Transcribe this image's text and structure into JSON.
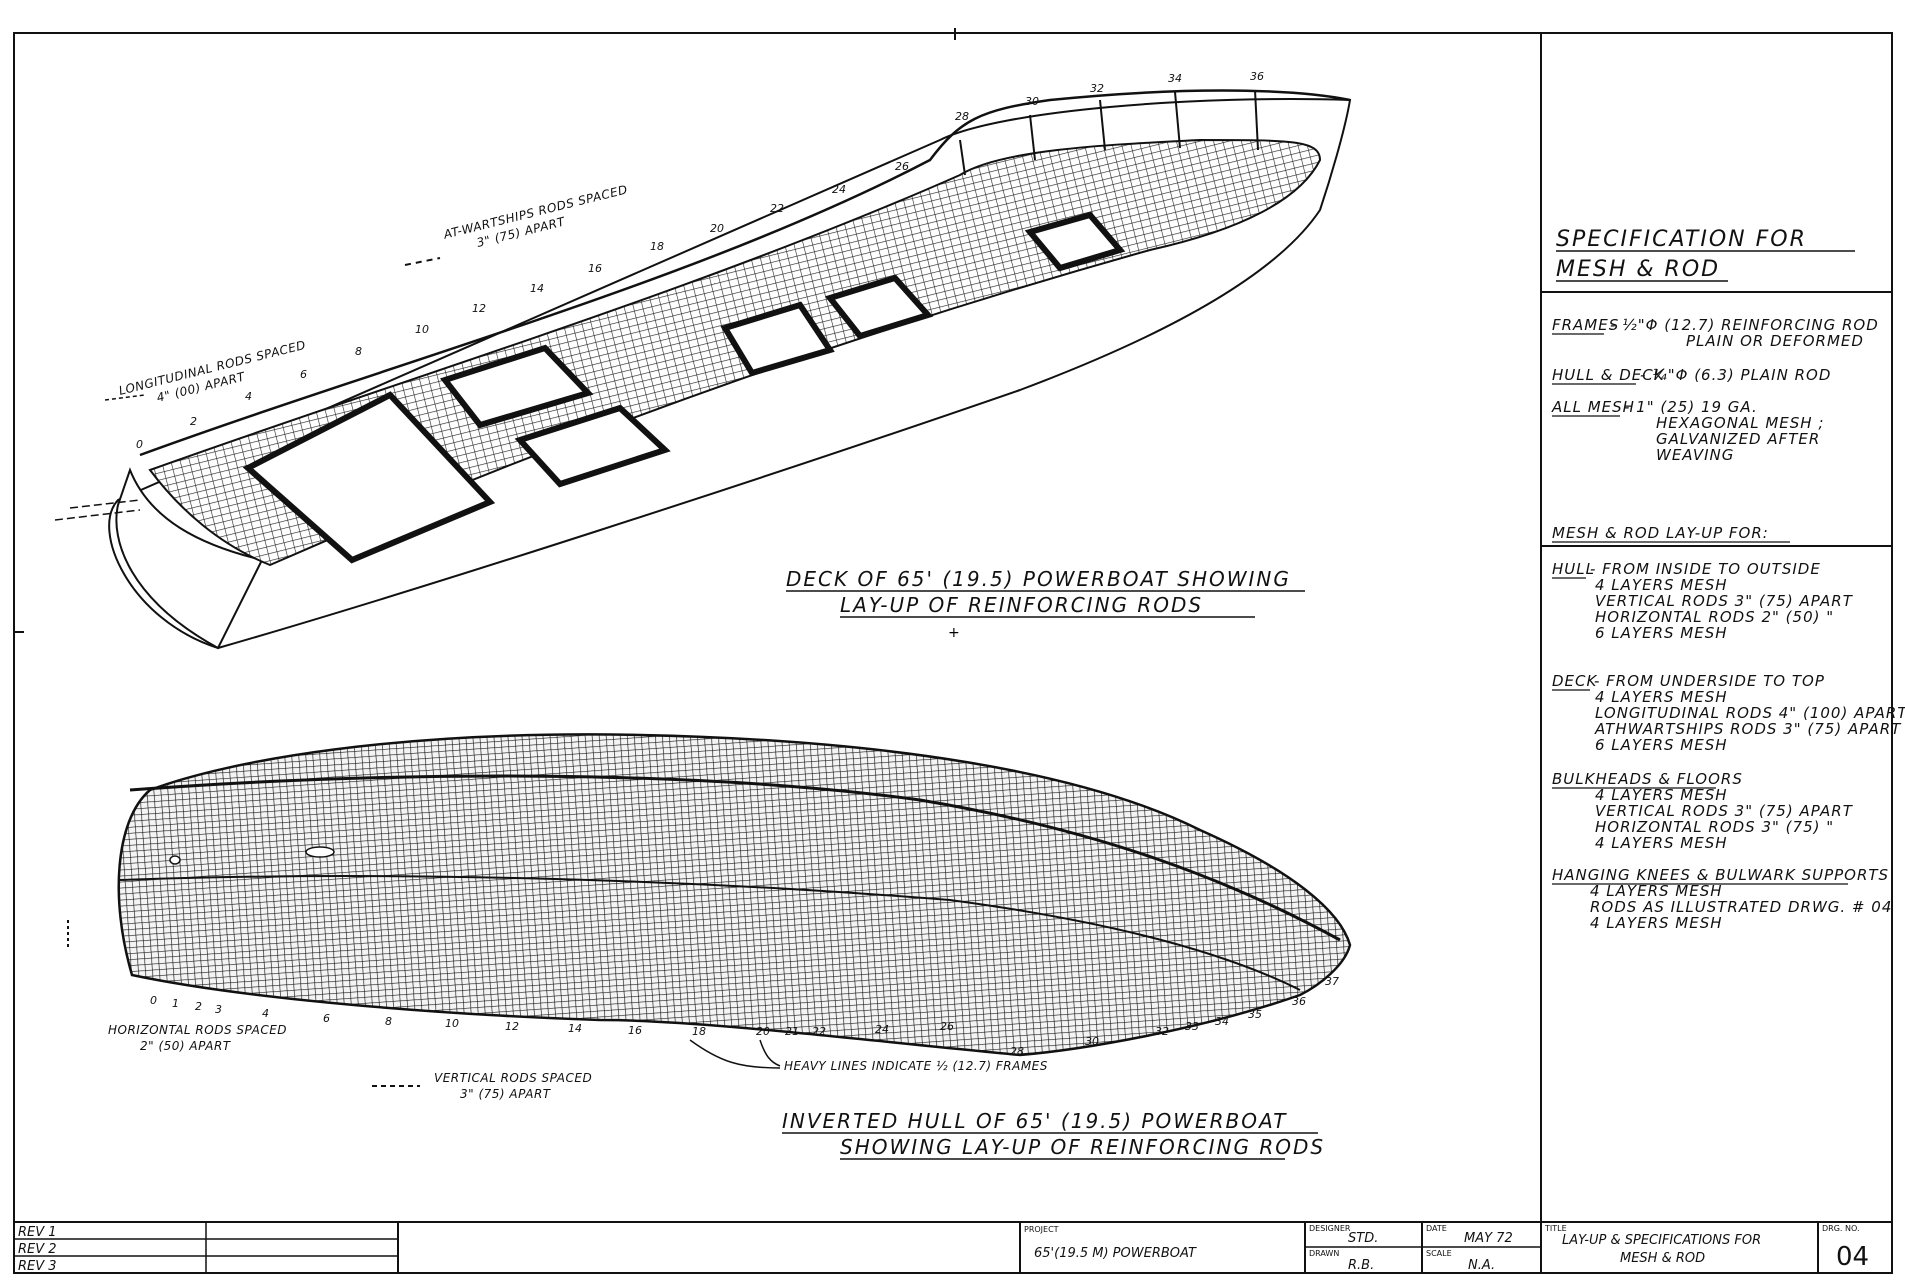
{
  "deck_drawing": {
    "caption_line1": "DECK OF 65' (19.5) POWERBOAT SHOWING",
    "caption_line2": "LAY-UP OF REINFORCING RODS",
    "athwartships_label_line1": "AT-WARTSHIPS RODS SPACED",
    "athwartships_label_line2": "3\" (75) APART",
    "longitudinal_label_line1": "LONGITUDINAL RODS SPACED",
    "longitudinal_label_line2": "4\" (00) APART",
    "frame_numbers": [
      "0",
      "2",
      "4",
      "6",
      "8",
      "10",
      "12",
      "14",
      "16",
      "18",
      "20",
      "22",
      "24",
      "26",
      "28",
      "30",
      "32",
      "34",
      "36"
    ]
  },
  "hull_drawing": {
    "caption_line1": "INVERTED HULL OF 65' (19.5) POWERBOAT",
    "caption_line2": "SHOWING LAY-UP OF REINFORCING RODS",
    "horizontal_label_line1": "HORIZONTAL RODS SPACED",
    "horizontal_label_line2": "2\" (50) APART",
    "vertical_label_line1": "VERTICAL RODS SPACED",
    "vertical_label_line2": "3\" (75) APART",
    "heavy_lines_label": "HEAVY LINES INDICATE ½ (12.7) FRAMES",
    "frame_numbers": [
      "0",
      "1",
      "2",
      "3",
      "4",
      "6",
      "8",
      "10",
      "12",
      "14",
      "16",
      "18",
      "20",
      "21",
      "22",
      "24",
      "26",
      "28",
      "30",
      "32",
      "33",
      "34",
      "35",
      "36",
      "37"
    ]
  },
  "spec": {
    "title_line1": "SPECIFICATION FOR",
    "title_line2": "MESH & ROD",
    "frames_label": "FRAMES",
    "frames_text_line1": "- ½\"Φ (12.7) REINFORCING ROD",
    "frames_text_line2": "PLAIN OR DEFORMED",
    "hull_deck_label": "HULL & DECK",
    "hull_deck_text": "- ¼\"Φ (6.3) PLAIN ROD",
    "all_mesh_label": "ALL MESH",
    "all_mesh_line1": "- 1\" (25) 19 GA.",
    "all_mesh_line2": "HEXAGONAL MESH ;",
    "all_mesh_line3": "GALVANIZED AFTER",
    "all_mesh_line4": "WEAVING",
    "layup_heading": "MESH & ROD LAY-UP FOR:",
    "hull_label": "HULL",
    "hull_lines": [
      "- FROM INSIDE TO OUTSIDE",
      "4 LAYERS MESH",
      "VERTICAL RODS 3\" (75) APART",
      "HORIZONTAL RODS 2\" (50) \"",
      "6 LAYERS MESH"
    ],
    "deck_label": "DECK",
    "deck_lines": [
      "- FROM UNDERSIDE TO TOP",
      "4 LAYERS MESH",
      "LONGITUDINAL RODS 4\" (100) APART",
      "ATHWARTSHIPS RODS 3\" (75) APART",
      "6 LAYERS MESH"
    ],
    "bulkheads_label": "BULKHEADS & FLOORS",
    "bulkheads_lines": [
      "4 LAYERS MESH",
      "VERTICAL RODS 3\" (75) APART",
      "HORIZONTAL RODS 3\" (75) \"",
      "4 LAYERS MESH"
    ],
    "knees_label": "HANGING KNEES & BULWARK SUPPORTS",
    "knees_lines": [
      "4 LAYERS MESH",
      "RODS AS ILLUSTRATED DRWG. # 04",
      "4 LAYERS MESH"
    ]
  },
  "title_block": {
    "rev1": "REV 1",
    "rev2": "REV 2",
    "rev3": "REV 3",
    "project_label": "PROJECT",
    "project_value": "65'(19.5 M) POWERBOAT",
    "designer_label": "DESIGNER",
    "designer_value": "STD.",
    "drawn_label": "DRAWN",
    "drawn_value": "R.B.",
    "date_label": "DATE",
    "date_value": "MAY 72",
    "scale_label": "SCALE",
    "scale_value": "N.A.",
    "title_label": "TITLE",
    "title_line1": "LAY-UP & SPECIFICATIONS FOR",
    "title_line2": "MESH & ROD",
    "dwg_label": "DRG. NO.",
    "dwg_value": "04"
  }
}
